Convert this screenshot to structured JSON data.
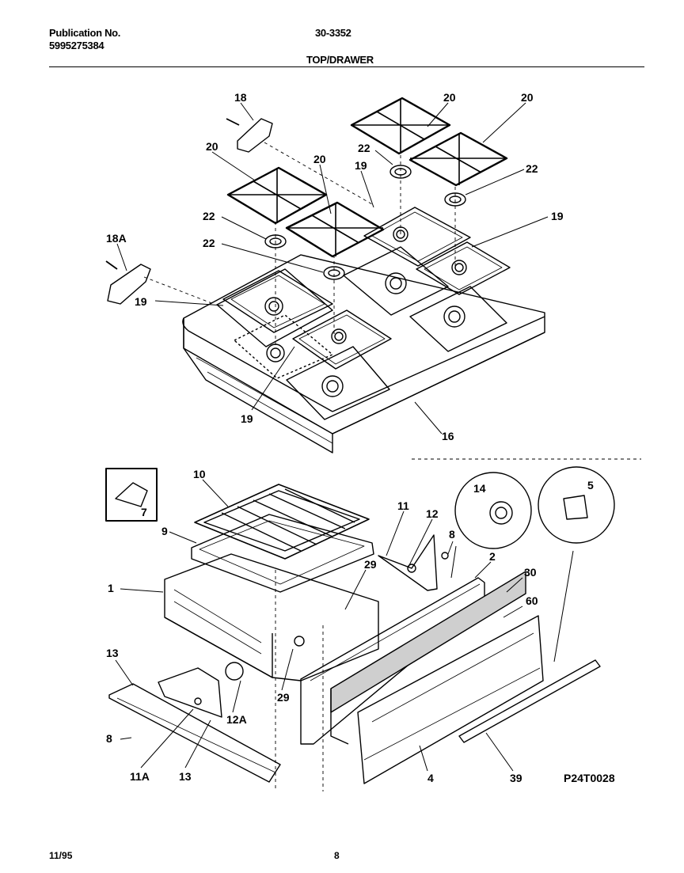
{
  "header": {
    "publication_label": "Publication No.",
    "publication_number": "5995275384",
    "model_number": "30-3352",
    "section_title": "TOP/DRAWER"
  },
  "callouts": {
    "c18": "18",
    "c18a": "18A",
    "c20": "20",
    "c22": "22",
    "c19": "19",
    "c16": "16",
    "c7": "7",
    "c10": "10",
    "c9": "9",
    "c1": "1",
    "c11": "11",
    "c12": "12",
    "c8": "8",
    "c14": "14",
    "c5": "5",
    "c2": "2",
    "c30": "30",
    "c60": "60",
    "c29": "29",
    "c13": "13",
    "c12a": "12A",
    "c11a": "11A",
    "c4": "4",
    "c39": "39"
  },
  "figure_code": "P24T0028",
  "footer": {
    "date": "11/95",
    "page": "8"
  }
}
